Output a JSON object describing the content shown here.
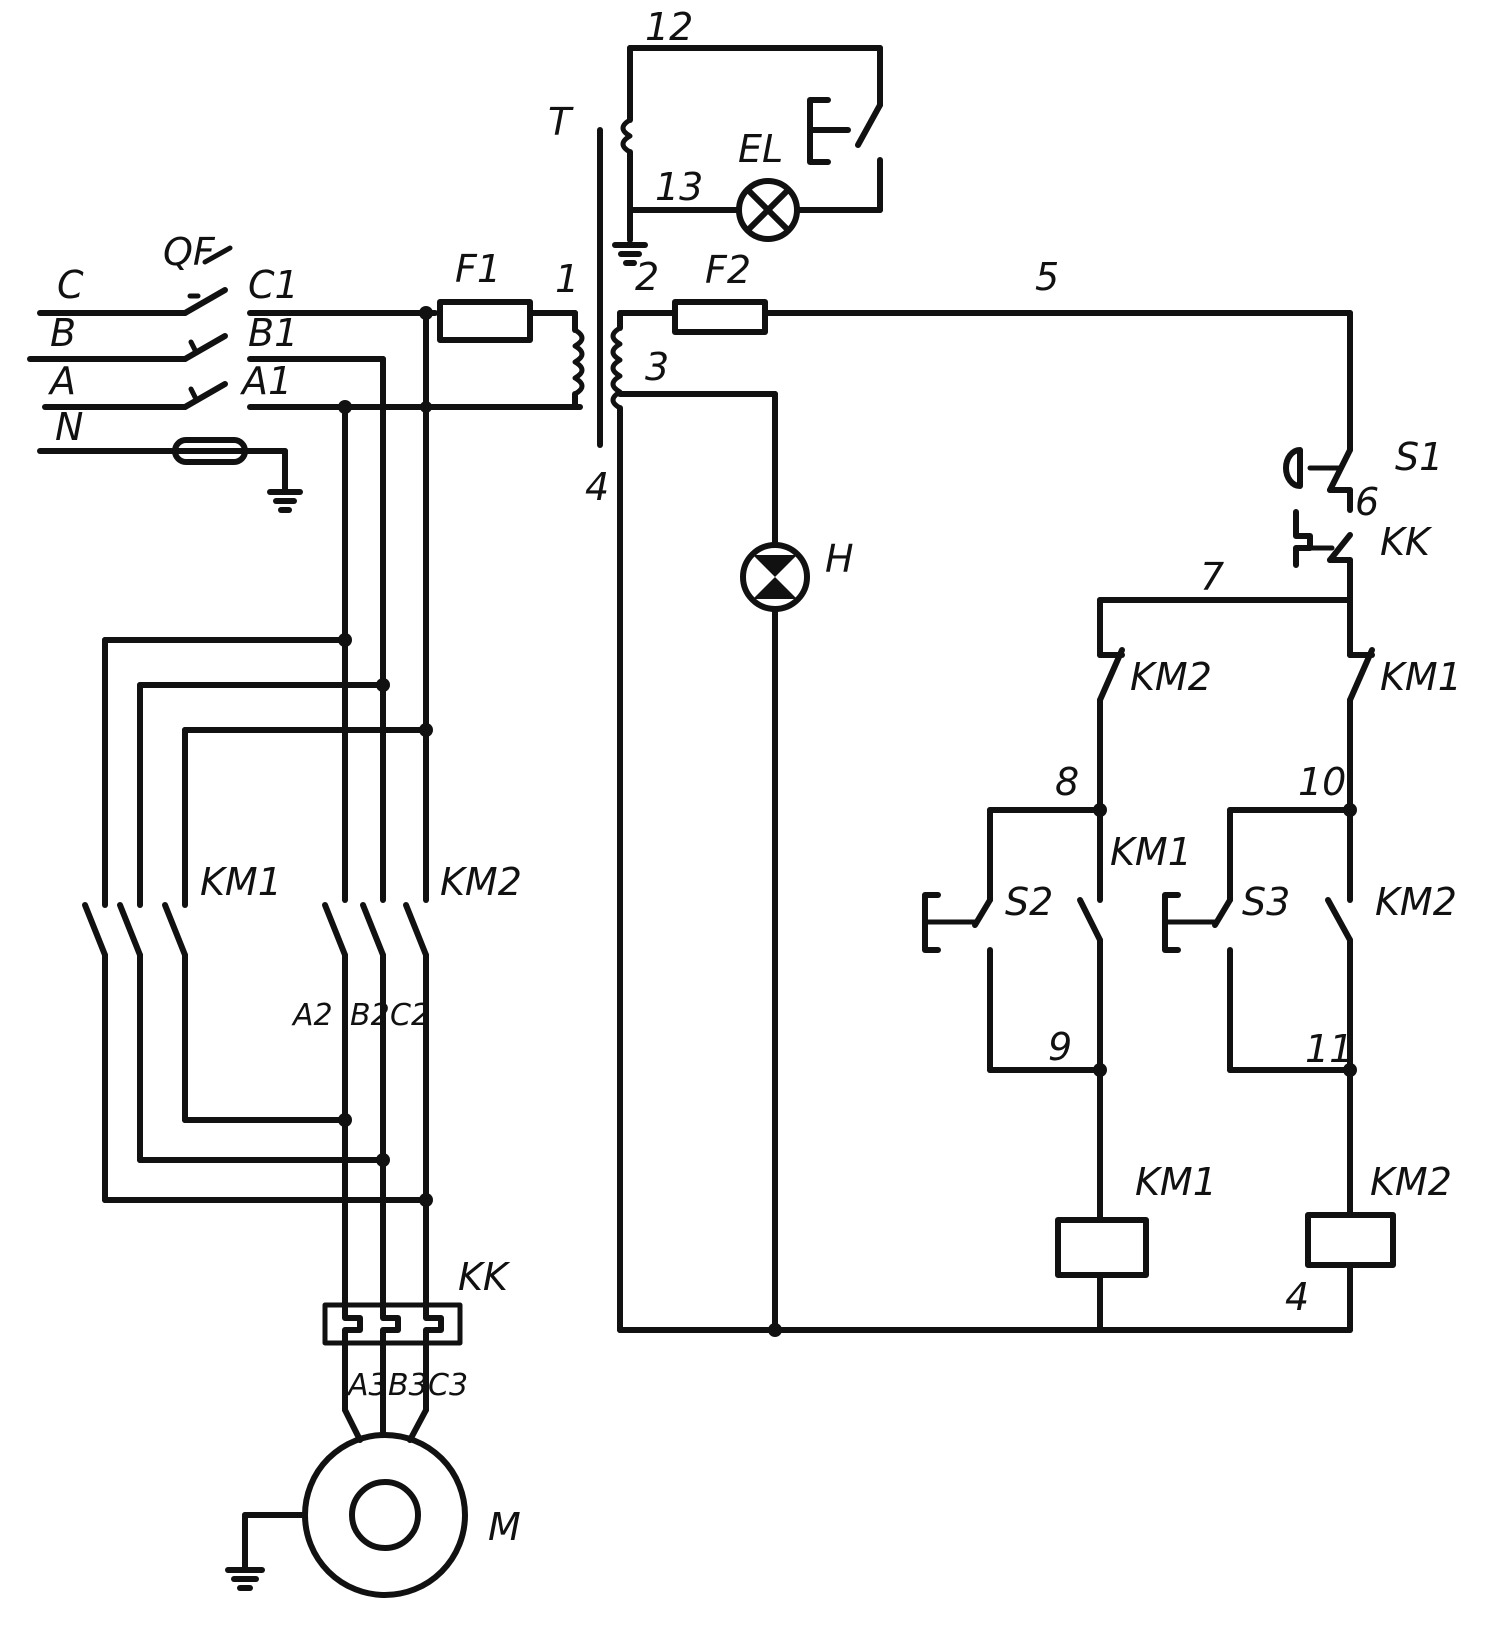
{
  "labels": {
    "L_C": "C",
    "L_B": "B",
    "L_A": "A",
    "L_N": "N",
    "QF": "QF",
    "C1": "C1",
    "B1": "B1",
    "A1": "A1",
    "F1": "F1",
    "F2": "F2",
    "T": "T",
    "EL": "EL",
    "H": "H",
    "M": "M",
    "n1": "1",
    "n2": "2",
    "n3": "3",
    "n4": "4",
    "n5": "5",
    "n6": "6",
    "n7": "7",
    "n8": "8",
    "n9": "9",
    "n10": "10",
    "n11": "11",
    "n12": "12",
    "n13": "13",
    "n4b": "4",
    "S1": "S1",
    "KK_ctrl": "KK",
    "KM2_nc": "KM2",
    "KM1_nc": "KM1",
    "KM1_hold": "KM1",
    "S2": "S2",
    "S3": "S3",
    "KM2_hold": "KM2",
    "KM1_coil": "KM1",
    "KM2_coil": "KM2",
    "KM1_pwr": "KM1",
    "KM2_pwr": "KM2",
    "A2": "A2",
    "B2": "B2",
    "C2": "C2",
    "KK_pwr": "KK",
    "A3": "A3",
    "B3": "B3",
    "C3": "C3"
  }
}
